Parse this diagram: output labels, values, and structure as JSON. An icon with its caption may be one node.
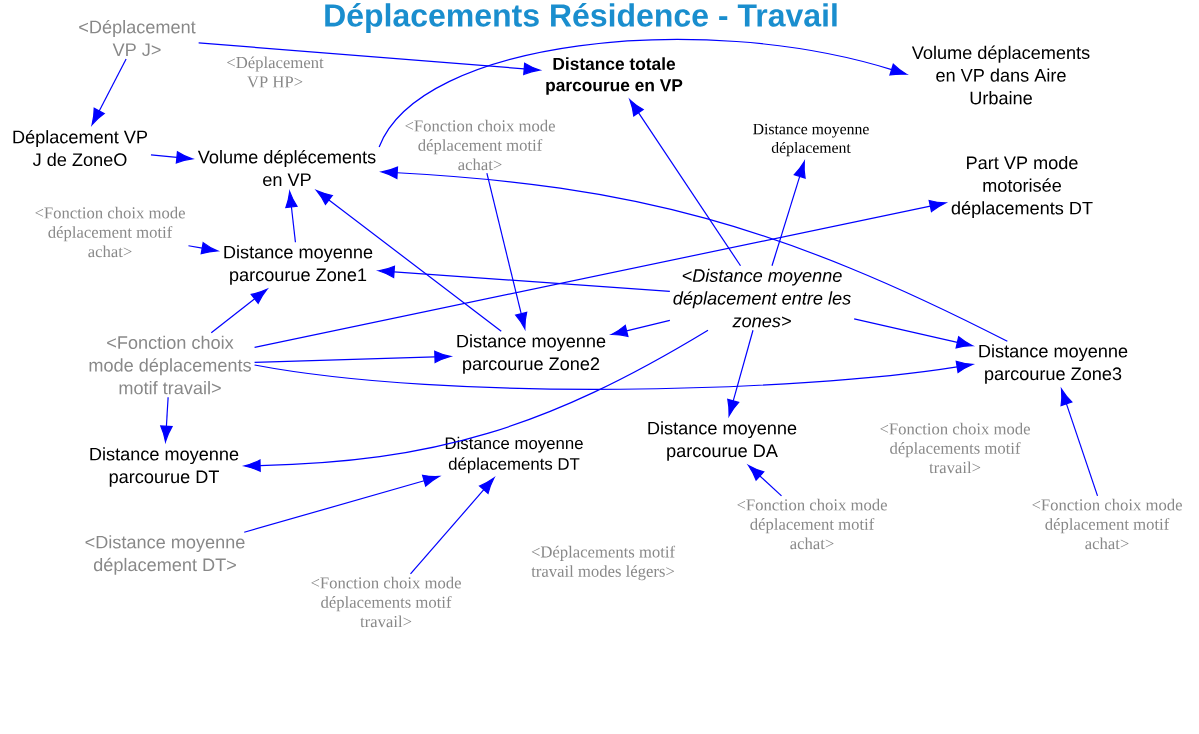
{
  "diagram": {
    "title": "Déplacements Résidence - Travail",
    "nodes": [
      {
        "text": [
          "<Déplacement VP J>"
        ]
      },
      {
        "text": [
          "Distance totale parcourue en VP"
        ]
      },
      {
        "text": [
          "Volume déplacements en VP dans Aire Urbaine"
        ]
      },
      {
        "text": [
          "Déplacement VP J de ZoneO"
        ]
      },
      {
        "text": [
          "Volume déplécements en VP"
        ]
      },
      {
        "text": [
          "<Fonction choix mode déplacement motif achat>"
        ]
      },
      {
        "text": [
          "Distance moyenne déplacement"
        ]
      },
      {
        "text": [
          "Part VP mode motorisée déplacements DT"
        ]
      },
      {
        "text": [
          "<Fonction choix mode déplacement motif achat>"
        ]
      },
      {
        "text": [
          "Distance moyenne parcourue Zone1"
        ]
      },
      {
        "text": [
          "<Distance moyenne déplacement entre les zones>"
        ]
      },
      {
        "text": [
          "<Fonction choix mode déplacements motif travail>"
        ]
      },
      {
        "text": [
          "Distance moyenne parcourue Zone2"
        ]
      },
      {
        "text": [
          "Distance moyenne parcourue Zone3"
        ]
      },
      {
        "text": [
          "Distance moyenne parcourue DT"
        ]
      },
      {
        "text": [
          "Distance moyenne déplacements DT"
        ]
      },
      {
        "text": [
          "Distance moyenne parcourue DA"
        ]
      },
      {
        "text": [
          "<Distance moyenne déplacement DT>"
        ]
      },
      {
        "text": [
          "<Fonction choix mode déplacements motif travail>"
        ]
      },
      {
        "text": [
          "<Fonction choix mode déplacement motif achat>"
        ]
      },
      {
        "text": [
          "<Fonction choix mode déplacement motif achat>"
        ]
      }
    ],
    "edges": [
      {
        "from": 0,
        "to": 1,
        "arrow": "to"
      },
      {
        "from": 0,
        "to": 3,
        "arrow": "to"
      },
      {
        "from": 3,
        "to": 4,
        "arrow": "to"
      },
      {
        "from": 4,
        "to": 2,
        "arrow": "to"
      },
      {
        "from": 9,
        "to": 4,
        "arrow": "to"
      },
      {
        "from": 12,
        "to": 4,
        "arrow": "to"
      },
      {
        "from": 13,
        "to": 4,
        "arrow": "to"
      },
      {
        "from": 5,
        "to": 12,
        "arrow": "to"
      },
      {
        "from": 8,
        "to": 9,
        "arrow": "to"
      },
      {
        "from": 11,
        "to": 9,
        "arrow": "to"
      },
      {
        "from": 11,
        "to": 7,
        "arrow": "to"
      },
      {
        "from": 11,
        "to": 12,
        "arrow": "to"
      },
      {
        "from": 11,
        "to": 13,
        "arrow": "to"
      },
      {
        "from": 11,
        "to": 14,
        "arrow": "to"
      },
      {
        "from": 10,
        "to": 1,
        "arrow": "to"
      },
      {
        "from": 10,
        "to": 6,
        "arrow": "to"
      },
      {
        "from": 10,
        "to": 9,
        "arrow": "to"
      },
      {
        "from": 10,
        "to": 12,
        "arrow": "to"
      },
      {
        "from": 10,
        "to": 14,
        "arrow": "to"
      },
      {
        "from": 10,
        "to": 13,
        "arrow": "to"
      },
      {
        "from": 10,
        "to": 16,
        "arrow": "to"
      },
      {
        "from": 17,
        "to": 15,
        "arrow": "to"
      },
      {
        "from": 18,
        "to": 15,
        "arrow": "to"
      },
      {
        "from": 19,
        "to": 16,
        "arrow": "to"
      },
      {
        "from": 20,
        "to": 13,
        "arrow": "to"
      }
    ],
    "labels": [
      "<Déplacement VP HP>",
      "<Fonction choix mode déplacements motif travail>",
      "<Déplacements motif travail modes légers>"
    ]
  }
}
